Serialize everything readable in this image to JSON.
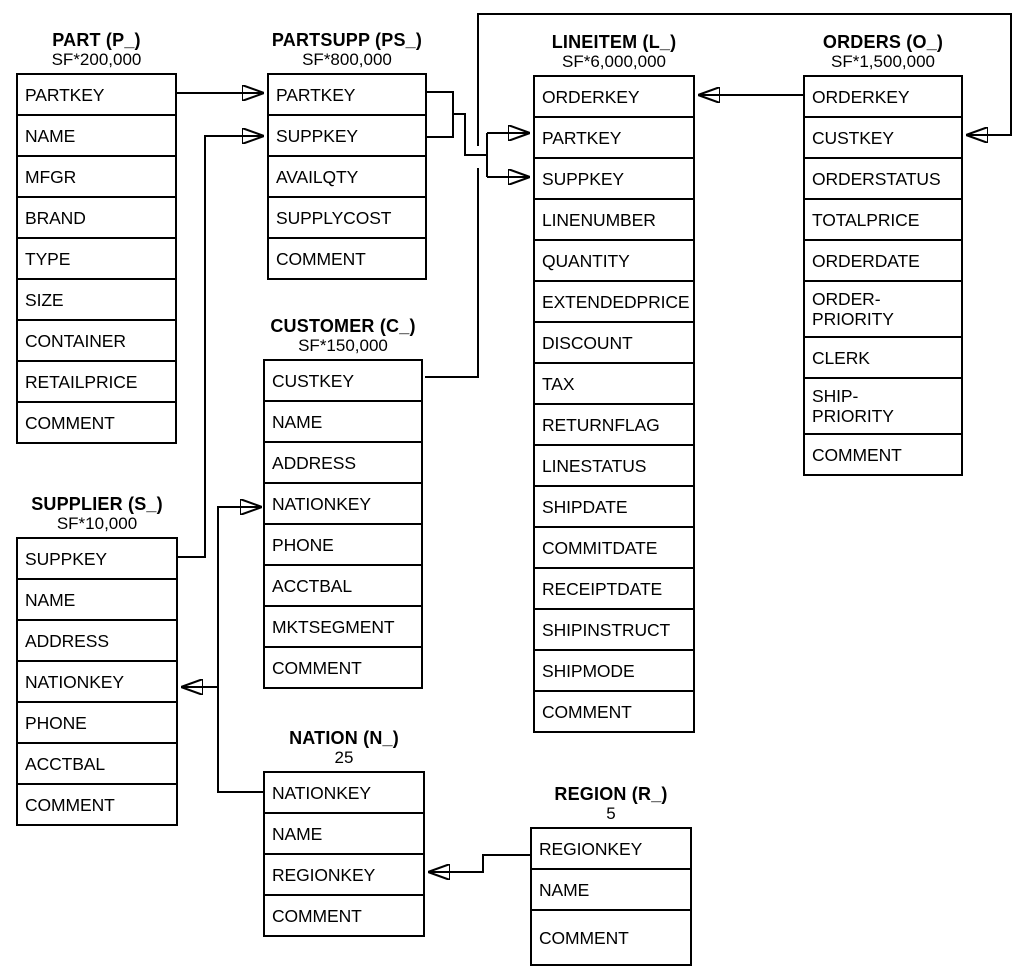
{
  "tables": {
    "part": {
      "title": "PART (P_)",
      "cardinality": "SF*200,000",
      "rows": [
        "PARTKEY",
        "NAME",
        "MFGR",
        "BRAND",
        "TYPE",
        "SIZE",
        "CONTAINER",
        "RETAILPRICE",
        "COMMENT"
      ]
    },
    "partsupp": {
      "title": "PARTSUPP (PS_)",
      "cardinality": "SF*800,000",
      "rows": [
        "PARTKEY",
        "SUPPKEY",
        "AVAILQTY",
        "SUPPLYCOST",
        "COMMENT"
      ]
    },
    "lineitem": {
      "title": "LINEITEM (L_)",
      "cardinality": "SF*6,000,000",
      "rows": [
        "ORDERKEY",
        "PARTKEY",
        "SUPPKEY",
        "LINENUMBER",
        "QUANTITY",
        "EXTENDEDPRICE",
        "DISCOUNT",
        "TAX",
        "RETURNFLAG",
        "LINESTATUS",
        "SHIPDATE",
        "COMMITDATE",
        "RECEIPTDATE",
        "SHIPINSTRUCT",
        "SHIPMODE",
        "COMMENT"
      ]
    },
    "orders": {
      "title": "ORDERS (O_)",
      "cardinality": "SF*1,500,000",
      "rows": [
        "ORDERKEY",
        "CUSTKEY",
        "ORDERSTATUS",
        "TOTALPRICE",
        "ORDERDATE",
        "ORDER-\nPRIORITY",
        "CLERK",
        "SHIP-\nPRIORITY",
        "COMMENT"
      ]
    },
    "customer": {
      "title": "CUSTOMER (C_)",
      "cardinality": "SF*150,000",
      "rows": [
        "CUSTKEY",
        "NAME",
        "ADDRESS",
        "NATIONKEY",
        "PHONE",
        "ACCTBAL",
        "MKTSEGMENT",
        "COMMENT"
      ]
    },
    "supplier": {
      "title": "SUPPLIER (S_)",
      "cardinality": "SF*10,000",
      "rows": [
        "SUPPKEY",
        "NAME",
        "ADDRESS",
        "NATIONKEY",
        "PHONE",
        "ACCTBAL",
        "COMMENT"
      ]
    },
    "nation": {
      "title": "NATION (N_)",
      "cardinality": "25",
      "rows": [
        "NATIONKEY",
        "NAME",
        "REGIONKEY",
        "COMMENT"
      ]
    },
    "region": {
      "title": "REGION (R_)",
      "cardinality": "5",
      "rows": [
        "REGIONKEY",
        "NAME",
        "COMMENT"
      ]
    }
  },
  "relationships": [
    {
      "from": "PART.PARTKEY",
      "to": "PARTSUPP.PARTKEY"
    },
    {
      "from": "SUPPLIER.SUPPKEY",
      "to": "PARTSUPP.SUPPKEY"
    },
    {
      "from": "PARTSUPP.PARTKEY",
      "to": "LINEITEM.PARTKEY"
    },
    {
      "from": "PARTSUPP.SUPPKEY",
      "to": "LINEITEM.SUPPKEY"
    },
    {
      "from": "ORDERS.ORDERKEY",
      "to": "LINEITEM.ORDERKEY"
    },
    {
      "from": "CUSTOMER.CUSTKEY",
      "to": "ORDERS.CUSTKEY"
    },
    {
      "from": "NATION.NATIONKEY",
      "to": "CUSTOMER.NATIONKEY"
    },
    {
      "from": "NATION.NATIONKEY",
      "to": "SUPPLIER.NATIONKEY"
    },
    {
      "from": "REGION.REGIONKEY",
      "to": "NATION.REGIONKEY"
    }
  ],
  "colors": {
    "line": "#000000",
    "background": "#ffffff"
  }
}
